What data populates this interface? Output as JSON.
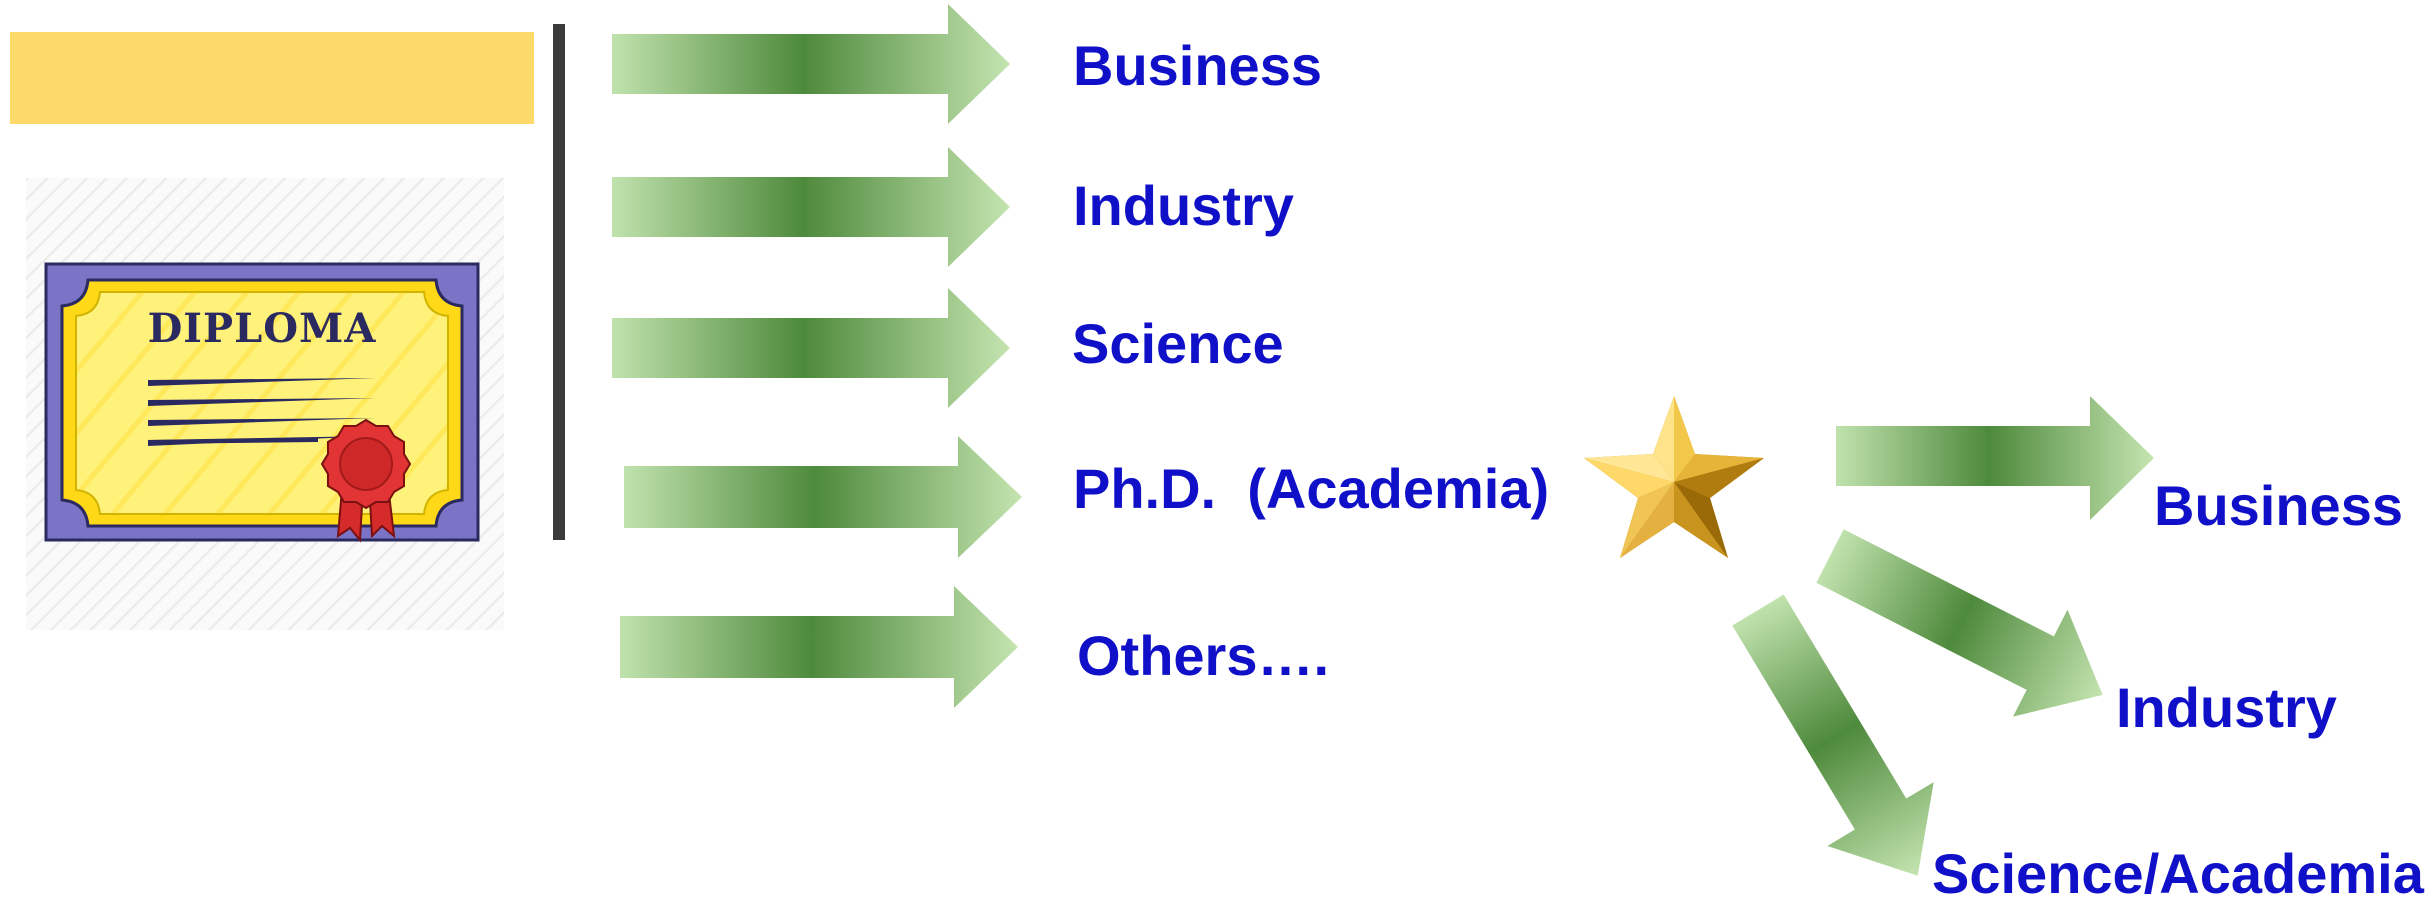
{
  "colors": {
    "label": "#1010c8",
    "yellow_bar": "#fdd96a",
    "divider": "#3a3a3a",
    "arrow_light": "#b8dca3",
    "arrow_dark": "#4e8a3c"
  },
  "diploma": {
    "title": "DIPLOMA"
  },
  "branches": {
    "business": "Business",
    "industry": "Industry",
    "science": "Science",
    "phd": "Ph.D.  (Academia)",
    "others": "Others…."
  },
  "phd_branches": {
    "business": "Business",
    "industry": "Industry",
    "science_academia": "Science/Academia"
  },
  "icons": {
    "diploma": "diploma-certificate-icon",
    "star": "gold-star-icon"
  }
}
